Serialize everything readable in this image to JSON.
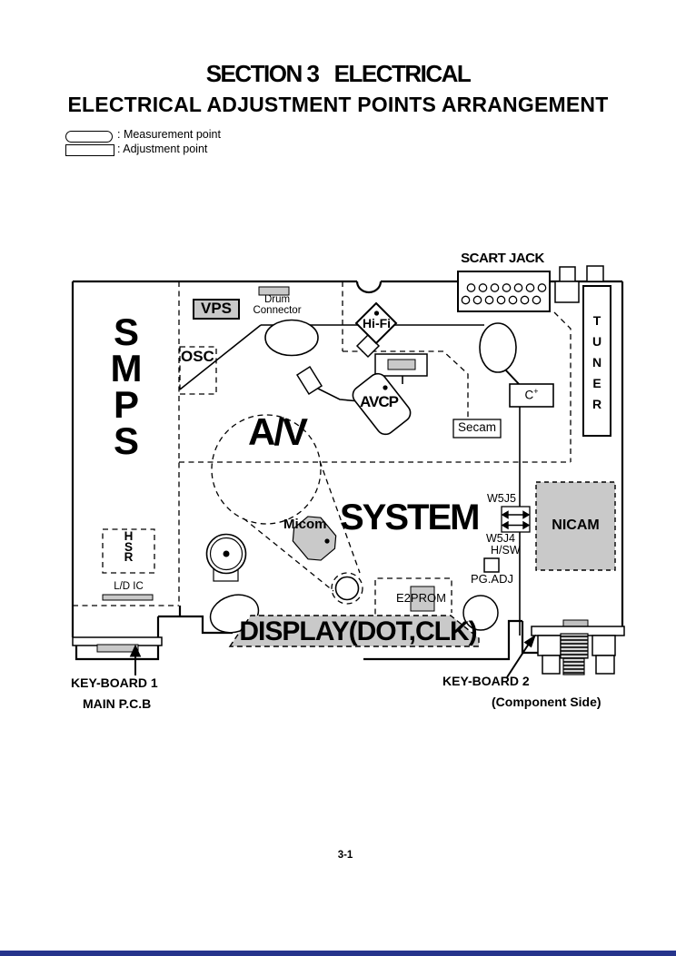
{
  "page": {
    "title": "SECTION 3   ELECTRICAL",
    "subtitle": "ELECTRICAL ADJUSTMENT POINTS ARRANGEMENT",
    "page_number": "3-1"
  },
  "legend": {
    "measurement": ": Measurement point",
    "adjustment": ": Adjustment point"
  },
  "diagram": {
    "labels": {
      "scart_jack": "SCART JACK",
      "vps": "VPS",
      "drum_connector": "Drum\nConnector",
      "hifi": "Hi-Fi",
      "osc": "OSC",
      "smps": "S\nM\nP\nS",
      "tuner": "T\nU\nN\nE\nR",
      "avcp": "AVCP",
      "av": "A/V",
      "secam": "Secam",
      "c_plus_base": "C",
      "c_plus_sup": "+",
      "system": "SYSTEM",
      "micom": "Micom",
      "w5j5": "W5J5",
      "w5j4": "W5J4",
      "hsw": "H/SW",
      "pg_adj": "PG.ADJ",
      "nicam": "NICAM",
      "hsr": "H\nS\nR",
      "ld_ic": "L/D IC",
      "e2prom": "E2PROM",
      "display": "DISPLAY(DOT,CLK)",
      "keyboard1": "KEY-BOARD 1",
      "main_pcb": "MAIN P.C.B",
      "keyboard2": "KEY-BOARD 2",
      "component_side": "(Component Side)"
    },
    "icons": {
      "w5j5_connector_arrows": "↔\n↔"
    },
    "colors": {
      "fill_gray": "#c9c9c9",
      "line": "#000000",
      "paper": "#ffffff",
      "bottom_bar": "#26348c"
    }
  }
}
